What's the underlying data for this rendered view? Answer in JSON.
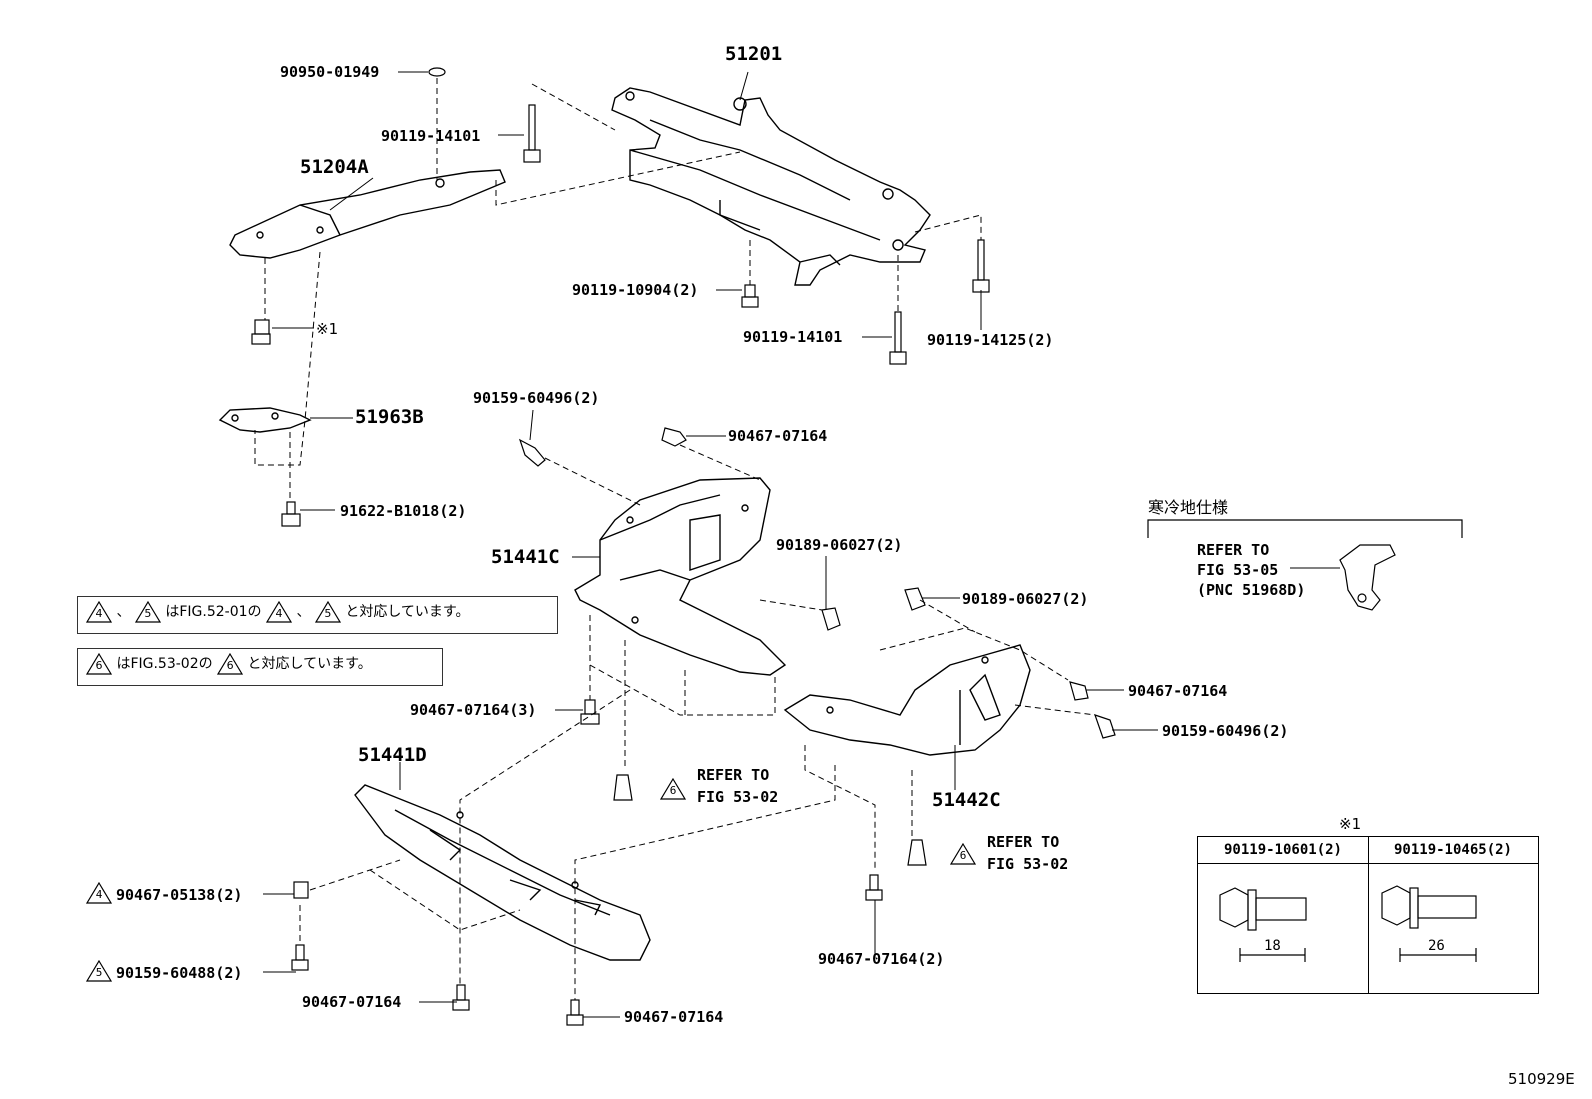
{
  "parts": {
    "p51201": "51201",
    "p51204A": "51204A",
    "p51963B": "51963B",
    "p51441C": "51441C",
    "p51441D": "51441D",
    "p51442C": "51442C",
    "b_90950_01949": "90950-01949",
    "b_90119_14101_top": "90119-14101",
    "b_90119_10904": "90119-10904(2)",
    "b_90119_14101_mid": "90119-14101",
    "b_90119_14125": "90119-14125(2)",
    "note1_marker": "※1",
    "b_90159_60496_left": "90159-60496(2)",
    "b_90467_07164_a": "90467-07164",
    "b_91622_B1018": "91622-B1018(2)",
    "b_90189_06027_a": "90189-06027(2)",
    "b_90189_06027_b": "90189-06027(2)",
    "b_90467_07164_3": "90467-07164(3)",
    "b_90467_07164_b": "90467-07164",
    "b_90159_60496_right": "90159-60496(2)",
    "b_90467_05138": "90467-05138(2)",
    "b_90159_60488": "90159-60488(2)",
    "b_90467_07164_c": "90467-07164",
    "b_90467_07164_d": "90467-07164",
    "b_90467_07164_2": "90467-07164(2)"
  },
  "refers": {
    "refer_a_line1": "REFER TO",
    "refer_a_line2": "FIG 53-02",
    "refer_a_tri": "6",
    "refer_b_line1": "REFER TO",
    "refer_b_line2": "FIG 53-02",
    "refer_b_tri": "6"
  },
  "notes": {
    "note_box1_tri1": "4",
    "note_box1_sep": "、",
    "note_box1_tri2": "5",
    "note_box1_text_a": "はFIG.52-01の",
    "note_box1_tri3": "4",
    "note_box1_sep2": "、",
    "note_box1_tri4": "5",
    "note_box1_text_b": "と対応しています。",
    "note_box2_tri1": "6",
    "note_box2_text_a": "はFIG.53-02の",
    "note_box2_tri2": "6",
    "note_box2_text_b": "と対応しています。",
    "tri_90467_05138": "4",
    "tri_90159_60488": "5"
  },
  "cold_region": {
    "title": "寒冷地仕様",
    "line1": "REFER TO",
    "line2": "FIG 53-05",
    "line3": "(PNC 51968D)"
  },
  "side_table": {
    "marker": "※1",
    "col1_header": "90119-10601(2)",
    "col2_header": "90119-10465(2)",
    "col1_length": "18",
    "col2_length": "26"
  },
  "figure_id": "510929E"
}
